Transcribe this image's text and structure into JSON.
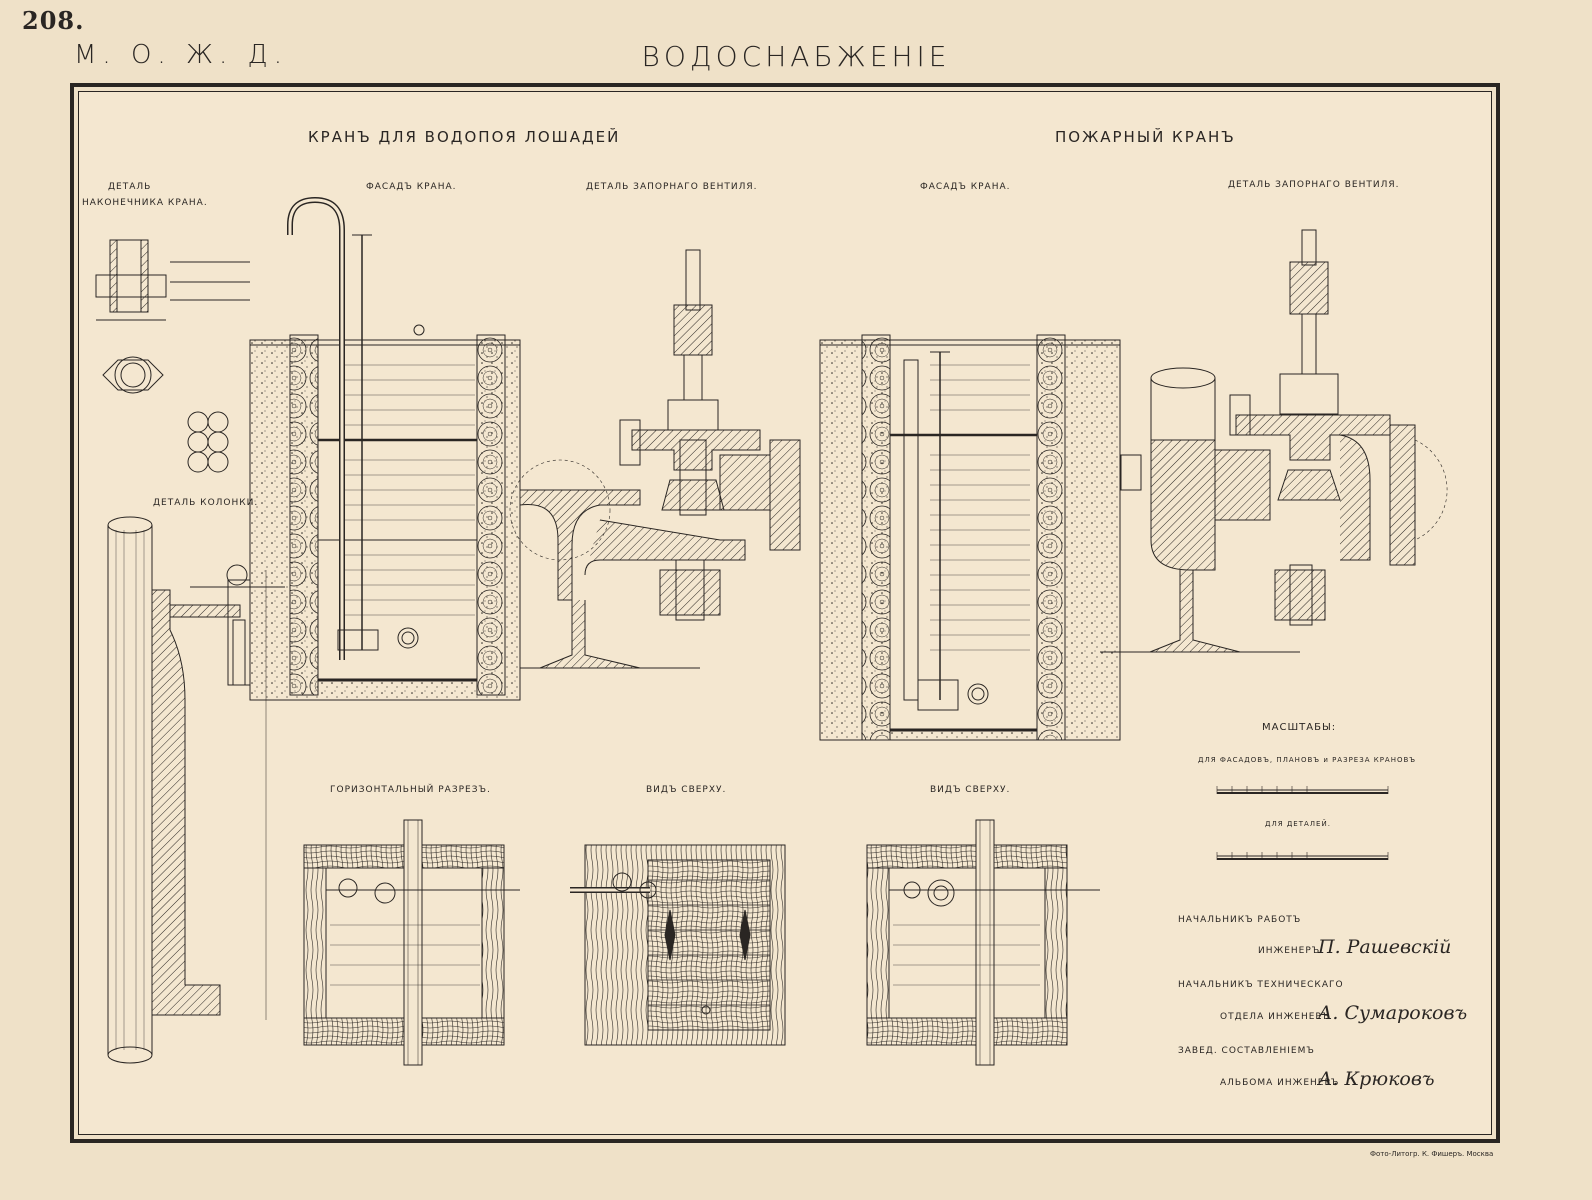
{
  "header": {
    "page_number": "208.",
    "railway": "М. О. Ж. Д.",
    "title": "ВОДОСНАБЖЕНIЕ"
  },
  "sections": {
    "horse_tap": "КРАНЪ ДЛЯ ВОДОПОЯ ЛОШАДЕЙ",
    "fire_hydrant": "ПОЖАРНЫЙ КРАНЪ"
  },
  "captions": {
    "tip_detail_line1": "ДЕТАЛЬ",
    "tip_detail_line2": "НАКОНЕЧНИКА КРАНА.",
    "facade_left": "ФАСАДЪ КРАНА.",
    "valve_detail_left": "ДЕТАЛЬ ЗАПОРНАГО ВЕНТИЛЯ.",
    "facade_right": "ФАСАДЪ КРАНА.",
    "valve_detail_right": "ДЕТАЛЬ ЗАПОРНАГО ВЕНТИЛЯ.",
    "column_detail": "ДЕТАЛЬ КОЛОНКИ.",
    "horizontal_section": "ГОРИЗОНТАЛЬНЫЙ РАЗРЕЗЪ.",
    "top_view_1": "ВИДЪ СВЕРХУ.",
    "top_view_2": "ВИДЪ СВЕРХУ."
  },
  "scales": {
    "title": "МАСШТАБЫ:",
    "facades_label": "ДЛЯ ФАСАДОВЪ, ПЛАНОВЪ и РАЗРЕЗА КРАНОВЪ",
    "details_label": "ДЛЯ ДЕТАЛЕЙ."
  },
  "signatures": {
    "head_of_works": "НАЧАЛЬНИКЪ РАБОТЪ",
    "engineer_1_title": "ИНЖЕНЕРЪ",
    "engineer_1_name": "П. Рашевскiй",
    "head_technical": "НАЧАЛЬНИКЪ ТЕХНИЧЕСКАГО",
    "engineer_2_title": "ОТДЕЛА ИНЖЕНЕРЪ",
    "engineer_2_name": "А. Сумароковъ",
    "album_manager": "ЗАВЕД. СОСТАВЛЕНIЕМЪ",
    "engineer_3_title": "АЛЬБОМА ИНЖЕНЕРЪ",
    "engineer_3_name": "А. Крюковъ"
  },
  "credit": "Фото-Литогр. К. Фишеръ. Москва"
}
